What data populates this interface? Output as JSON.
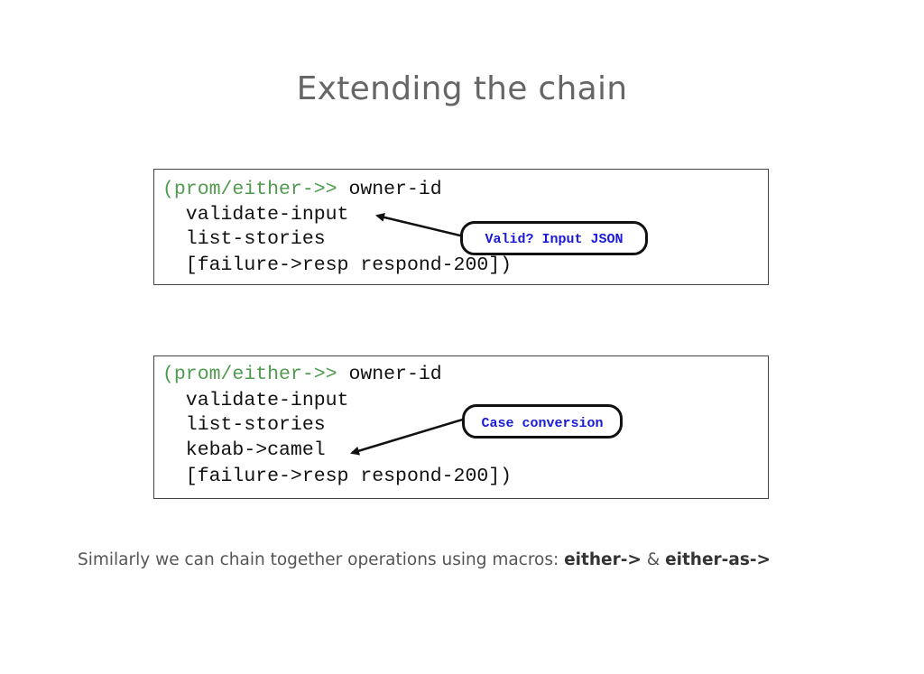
{
  "title": "Extending the chain",
  "block1": {
    "line1_kw": "(prom/either->>",
    "line1_rest": " owner-id",
    "line2": "  validate-input",
    "line3": "  list-stories",
    "line4": "  [failure->resp respond-200])",
    "callout": "Valid? Input JSON"
  },
  "block2": {
    "line1_kw": "(prom/either->>",
    "line1_rest": " owner-id",
    "line2": "  validate-input",
    "line3": "  list-stories",
    "line4": "  kebab->camel",
    "line5": "  [failure->resp respond-200])",
    "callout": "Case conversion"
  },
  "footer": {
    "text": "Similarly we can chain together operations using macros: ",
    "macro1": "either->",
    "amp": " & ",
    "macro2": "either-as->"
  },
  "colors": {
    "keyword": "#4f9a4f",
    "callout_text": "#1a1ad6",
    "title": "#666666"
  }
}
